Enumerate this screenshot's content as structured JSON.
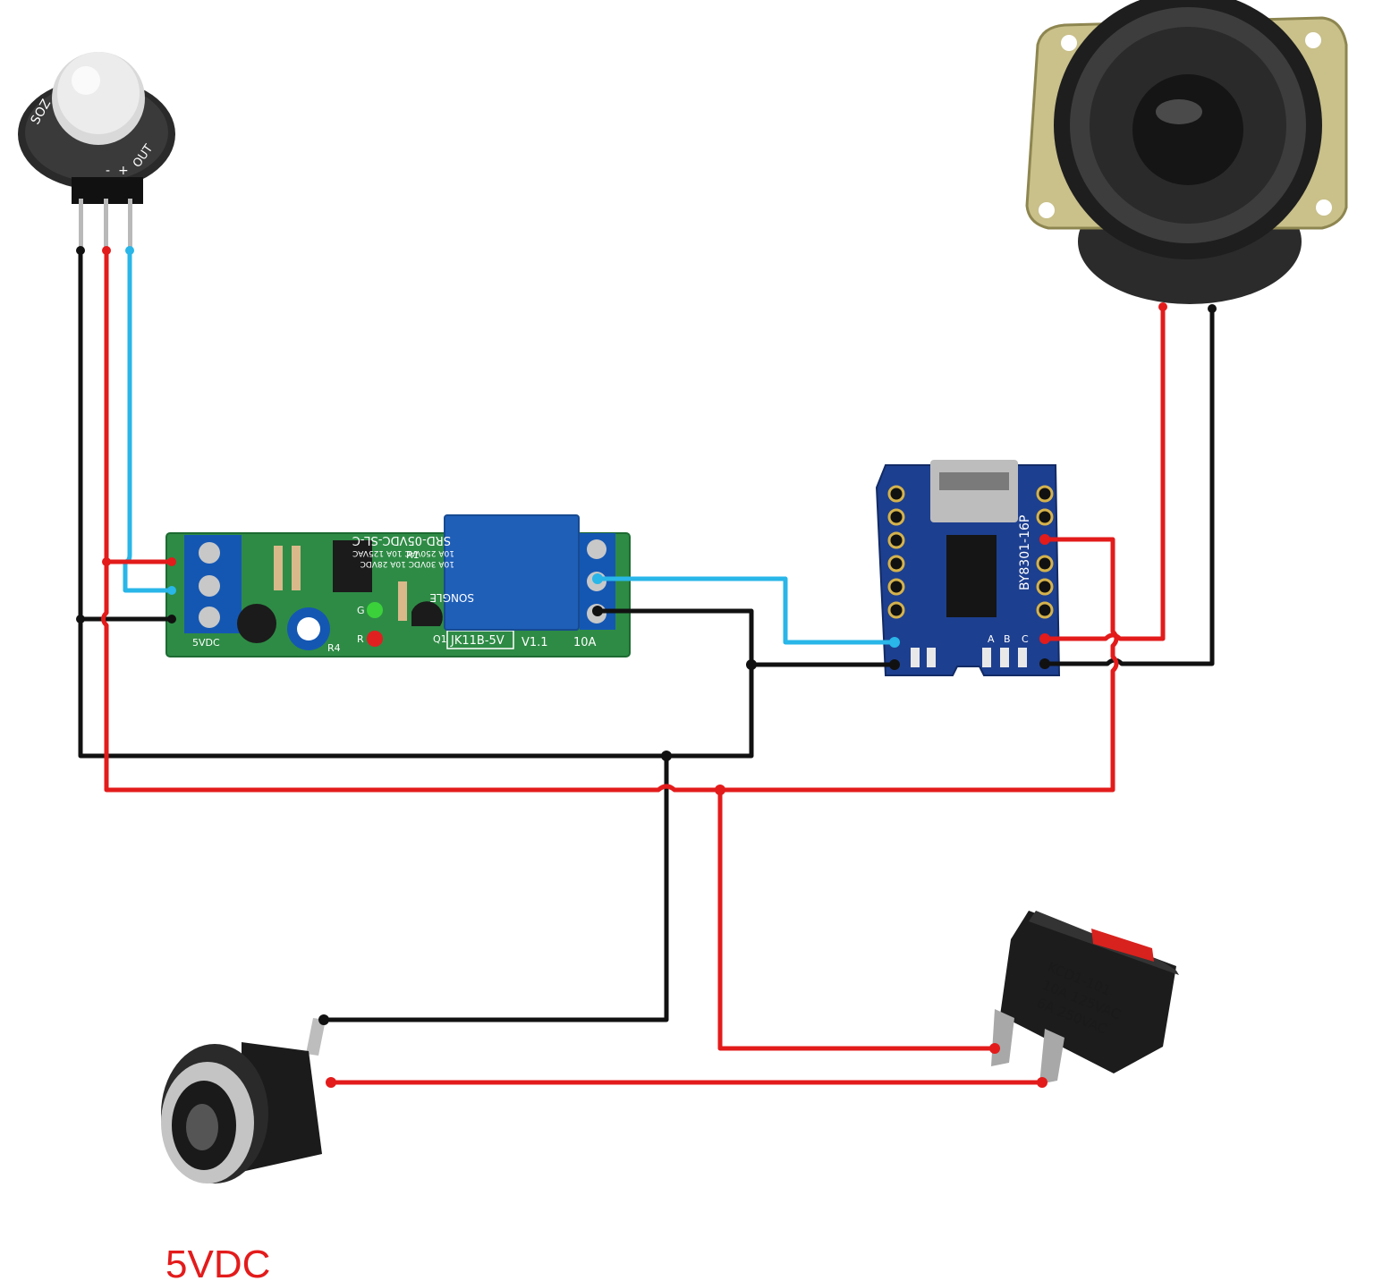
{
  "colors": {
    "wire_red": "#e31b1b",
    "wire_black": "#111111",
    "wire_blue": "#29b6e8",
    "relay_board": "#2e8b45",
    "relay_body": "#1f5fb8",
    "terminal_block": "#1457b3",
    "mp3_board": "#1d3f8f",
    "switch_body": "#1c1c1c",
    "switch_rocker": "#d8221e",
    "speaker_frame": "#c9c08a"
  },
  "pir_sensor": {
    "silk_left": "SOZ",
    "silk_minus": "-",
    "silk_plus": "+",
    "silk_out": "OUT"
  },
  "relay_module": {
    "relay_model": "SRD-05VDC-SL-C",
    "relay_rating_1": "10A 250VAC  10A 125VAC",
    "relay_rating_2": "10A 30VDC  10A 28VDC",
    "relay_brand": "SONGLE",
    "board_label": "JK11B-5V",
    "version": "V1.1",
    "current": "10A",
    "q1": "Q1",
    "r1": "R1",
    "r4": "R4",
    "r": "R",
    "g": "G",
    "supply": "5VDC"
  },
  "mp3_module": {
    "chip_label": "BY8301-16P",
    "pad_a": "A",
    "pad_b": "B",
    "pad_c": "C"
  },
  "switch": {
    "model": "KCD1-101",
    "rating_1": "10A 125VAC",
    "rating_2": "6A 250VAC"
  },
  "power_jack": {
    "caption": "5VDC"
  }
}
